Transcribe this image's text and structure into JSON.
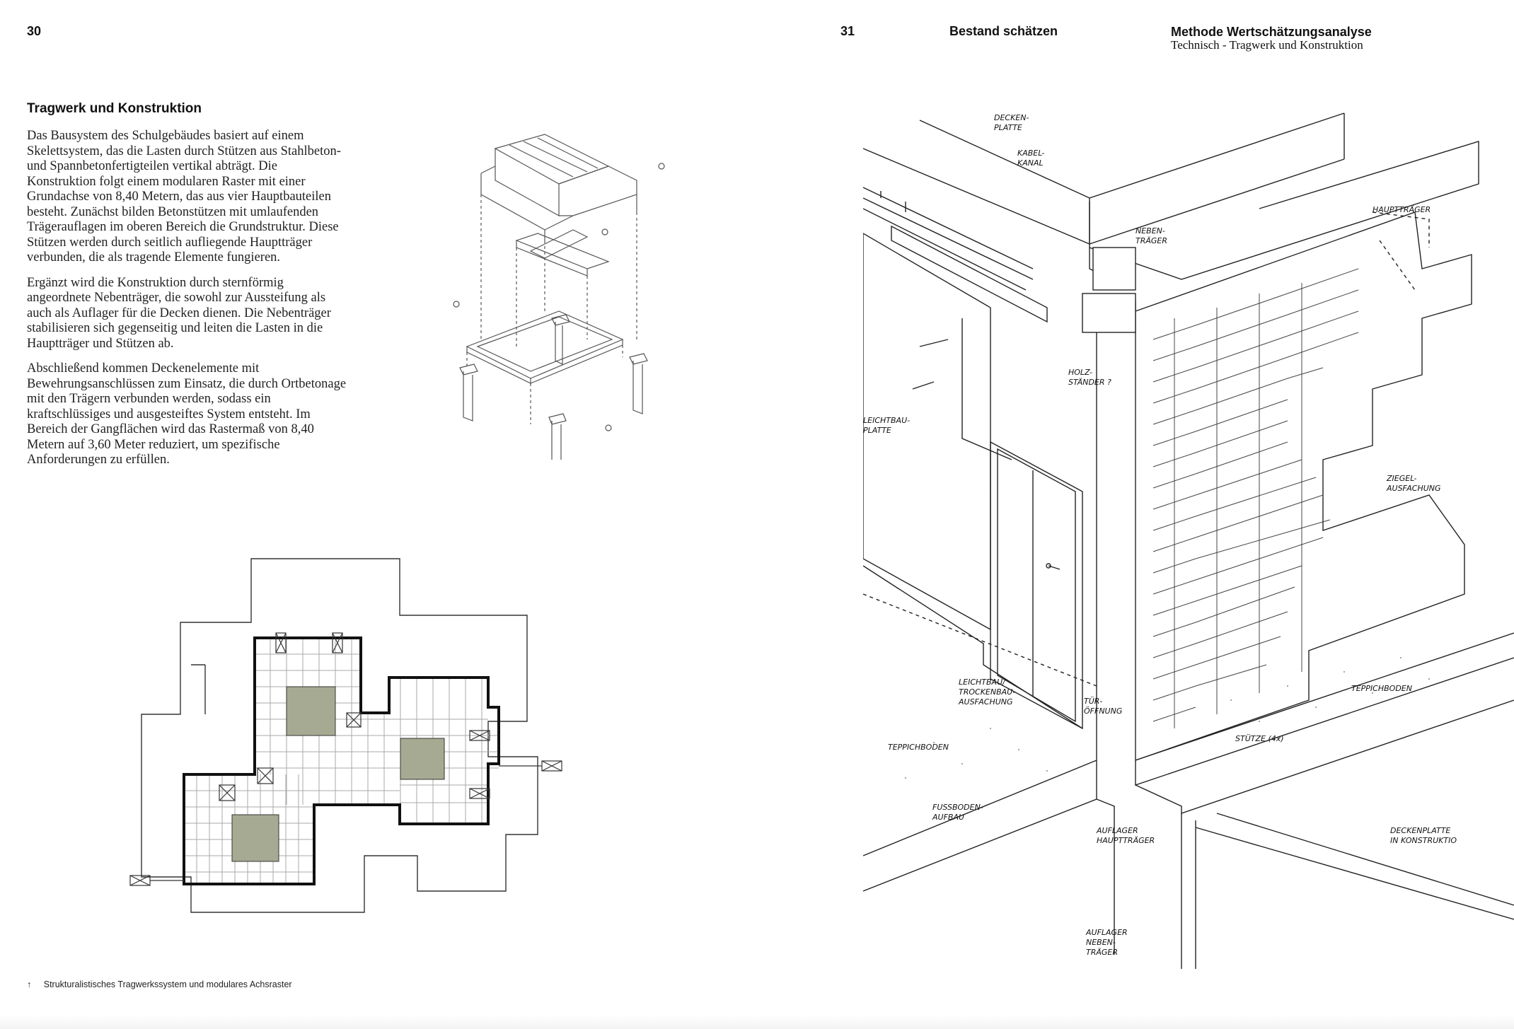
{
  "left_page": {
    "page_number": "30",
    "heading": "Tragwerk und Konstruktion",
    "paragraphs": [
      "Das Bausystem des Schulgebäudes basiert auf einem Skelettsystem, das die Lasten durch Stützen aus Stahlbeton- und Spannbetonfertigteilen vertikal abträgt. Die Konstruktion folgt einem modularen Raster mit einer Grundachse von 8,40 Metern, das aus vier Hauptbauteilen besteht. Zunächst bilden Betonstützen mit umlaufenden Trägerauflagen im oberen Bereich die Grundstruktur. Diese Stützen werden durch seitlich aufliegende Hauptträger verbunden, die als tragende Elemente fungieren.",
      "Ergänzt wird die Konstruktion durch sternförmig angeordnete Nebenträger, die sowohl zur Aussteifung als auch als Auflager für die Decken dienen. Die Nebenträger stabilisieren sich gegenseitig und leiten die Lasten in die Hauptträger und Stützen ab.",
      "Abschließend kommen Deckenelemente mit Bewehrungsanschlüssen zum Einsatz, die durch Ortbetonage mit den Trägern verbunden werden, sodass ein kraftschlüssiges und ausgesteiftes System entsteht. Im Bereich der Gangflächen wird das Rastermaß von 8,40 Metern auf 3,60 Meter reduziert, um spezifische Anforderungen zu erfüllen."
    ],
    "caption_arrow": "↑",
    "caption": "Strukturalistisches Tragwerkssystem und modulares Achsraster"
  },
  "right_page": {
    "page_number": "31",
    "section": "Bestand schätzen",
    "header_title": "Methode Wertschätzungsanalyse",
    "header_subtitle": "Technisch - Tragwerk und Konstruktion",
    "sketch_labels": {
      "deckenplatte": [
        "DECKEN-",
        "PLATTE"
      ],
      "kabelkanal": [
        "KABEL-",
        "KANAL"
      ],
      "haupttraeger": "HAUPTTRÄGER",
      "nebentraeger": [
        "NEBEN-",
        "TRÄGER"
      ],
      "holzstaender": [
        "HOLZ-",
        "STÄNDER ?"
      ],
      "leichtbauplatte": [
        "LEICHTBAU-",
        "PLATTE"
      ],
      "ziegelausfachung": [
        "ZIEGEL-",
        "AUSFACHUNG"
      ],
      "leichtbau_trockenbau": [
        "LEICHTBAU/",
        "TROCKENBAU-",
        "AUSFACHUNG"
      ],
      "tueroeffnung": [
        "TÜR-",
        "ÖFFNUNG"
      ],
      "teppichboden_right": "TEPPICHBODEN",
      "teppichboden_left": "TEPPICHBODEN",
      "stuetze": "STÜTZE  (4x)",
      "fussbodenaufbau": [
        "FUSSBODEN-",
        "AUFBAU"
      ],
      "auflager_haupttraeger": [
        "AUFLAGER",
        "HAUPTTRÄGER"
      ],
      "deckenplatte_konstruktion": [
        "DECKENPLATTE",
        "IN KONSTRUKTIO"
      ],
      "auflager_nebentraeger": [
        "AUFLAGER",
        "NEBEN-",
        "TRÄGER"
      ]
    }
  }
}
